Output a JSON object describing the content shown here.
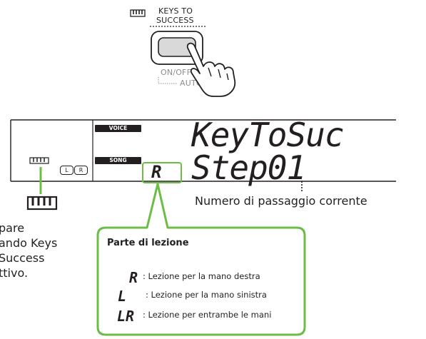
{
  "button_panel": {
    "line1": "KEYS TO",
    "line2": "SUCCESS",
    "on_off": "ON/OFF",
    "auto": "AUTO"
  },
  "display": {
    "voice_badge": "VOICE",
    "song_badge": "SONG",
    "top_text": "KeyToSuc",
    "bottom_text": "Step01",
    "part_indicator": "R",
    "l_badge": "L",
    "r_badge": "R"
  },
  "captions": {
    "step_number": "Numero di passaggio corrente"
  },
  "left_note": {
    "line1": "pare",
    "line2": "ando Keys",
    "line3": "Success",
    "line4": "ttivo."
  },
  "lesson_box": {
    "title": "Parte di lezione",
    "items": [
      {
        "symbol": "R",
        "text": ": Lezione per la mano destra"
      },
      {
        "symbol": "L",
        "text": ": Lezione per la mano sinistra"
      },
      {
        "symbol": "LR",
        "text": ": Lezione per entrambe le mani"
      }
    ]
  },
  "colors": {
    "green": "#6cbd45",
    "ink": "#231f20",
    "gray": "#8f8f8f"
  }
}
